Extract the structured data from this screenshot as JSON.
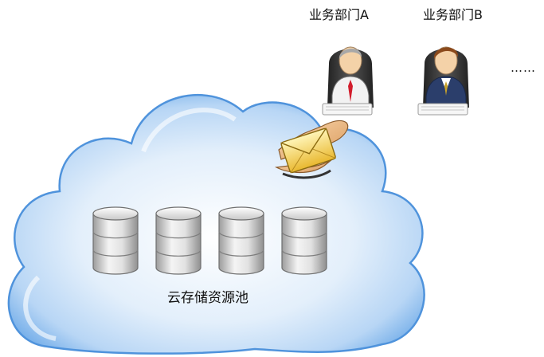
{
  "departments": [
    {
      "label": "业务部门A",
      "icon": "businessman-gray-hair-icon"
    },
    {
      "label": "业务部门B",
      "icon": "businessman-brown-hair-icon"
    }
  ],
  "more_label": "……",
  "pool": {
    "label": "云存储资源池",
    "database_count": 4,
    "icon": "database-cylinder-icon"
  },
  "request_icon": "hand-with-envelope-icon",
  "colors": {
    "cloud_fill": "#cfe3f8",
    "cloud_edge": "#5a9be0",
    "database_body": "#c9c9c9",
    "envelope": "#f7d85a",
    "hand": "#f3c08a",
    "suit_b": "#2b3e6b",
    "tie_a": "#d21d2c"
  }
}
